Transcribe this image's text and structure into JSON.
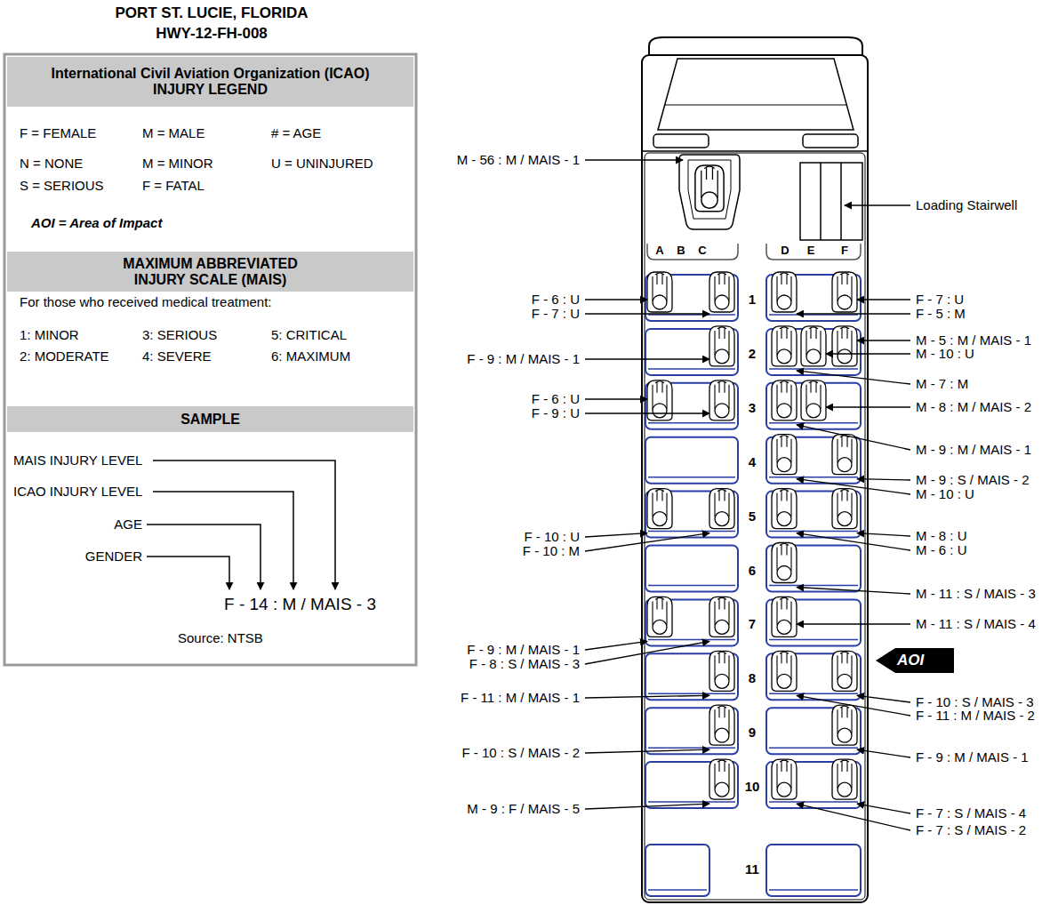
{
  "diagram": {
    "title": "PORT ST. LUCIE, FLORIDA",
    "nodes": [
      {
        "text": [
          "International Civil Aviation Organization (ICAO) INJURY LEGEND"
        ]
      },
      {
        "text": [
          "F = FEMALE",
          "M = MALE",
          "# = AGE",
          "N = NONE",
          "M = MINOR",
          "U = UNINJURED",
          "S = SERIOUS",
          "F = FATAL",
          "AOI = Area of Impact"
        ]
      },
      {
        "text": [
          "MAXIMUM ABBREVIATED INJURY SCALE (MAIS)"
        ]
      },
      {
        "text": [
          "For those who received medical treatment:",
          "1: MINOR",
          "3: SERIOUS",
          "5: CRITICAL",
          "2: MODERATE",
          "4: SEVERE",
          "6: MAXIMUM"
        ]
      },
      {
        "text": [
          "SAMPLE"
        ]
      },
      {
        "text": [
          "MAIS INJURY LEVEL",
          "ICAO INJURY LEVEL",
          "AGE",
          "GENDER",
          "F - 14 : M / MAIS - 3",
          "Source: NTSB"
        ]
      },
      {
        "text": [
          "AOI"
        ]
      }
    ],
    "labels": [
      "HWY-12-FH-008",
      "M - 56 : M / MAIS - 1",
      "Loading Stairwell",
      "A",
      "B",
      "C",
      "D",
      "E",
      "F",
      "1",
      "2",
      "3",
      "4",
      "5",
      "6",
      "7",
      "8",
      "9",
      "10",
      "11",
      "F - 6 : U",
      "F - 7 : U",
      "F - 9 : M / MAIS - 1",
      "F - 6 : U",
      "F - 9 : U",
      "F - 10 : U",
      "F - 10 : M",
      "F - 9 : M / MAIS - 1",
      "F - 8 : S / MAIS - 3",
      "F - 11 : M / MAIS - 1",
      "F - 10 : S / MAIS - 2",
      "M - 9 : F / MAIS - 5",
      "F - 7 : U",
      "F - 5 : M",
      "M - 5 : M / MAIS - 1",
      "M - 10 : U",
      "M - 7 : M",
      "M - 8 : M / MAIS - 2",
      "M - 9 : M / MAIS - 1",
      "M - 9 : S / MAIS - 2",
      "M - 10 : U",
      "M - 8 : U",
      "M - 6 : U",
      "M - 11 : S / MAIS - 3",
      "M - 11 : S / MAIS - 4",
      "F - 10 : S / MAIS - 3",
      "F - 11 : M / MAIS - 2",
      "F - 9 : M / MAIS - 1",
      "F - 7 : S / MAIS - 4",
      "F - 7 : S / MAIS - 2"
    ]
  }
}
